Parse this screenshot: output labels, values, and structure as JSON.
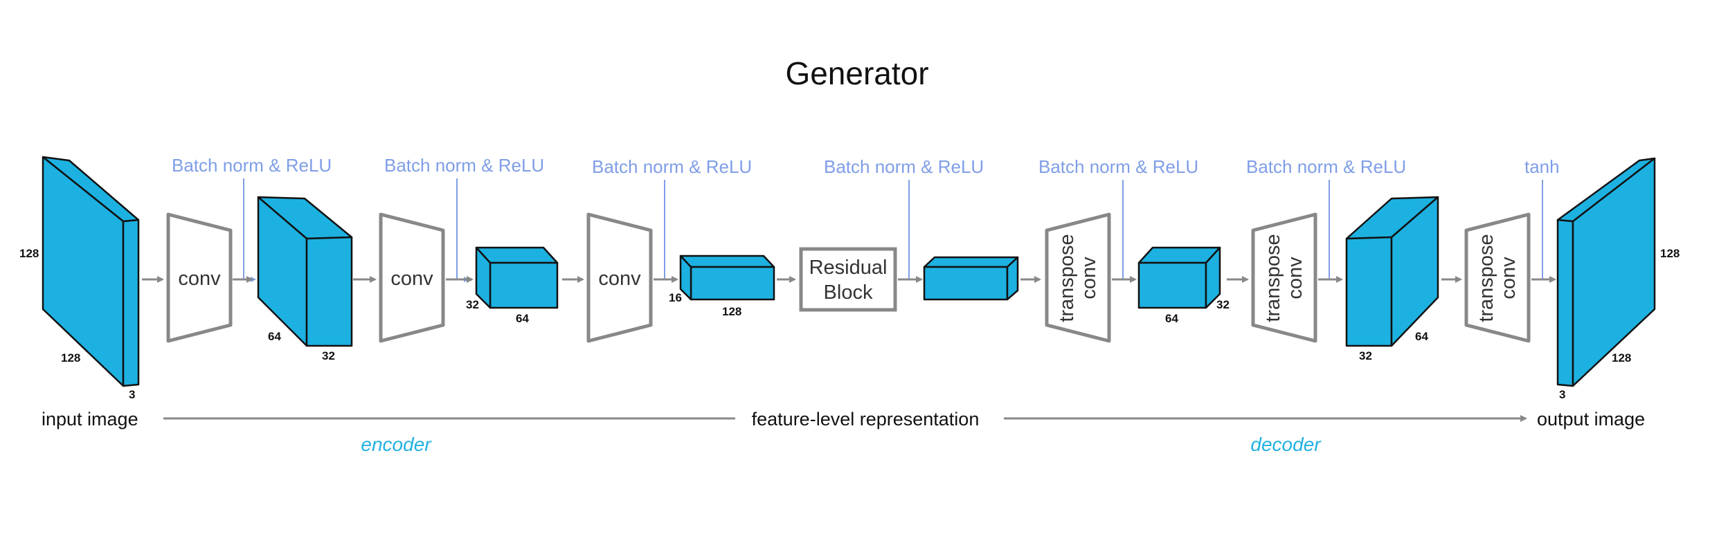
{
  "title": "Generator",
  "blocks": {
    "conv": "conv",
    "transpose_conv_line1": "transpose",
    "transpose_conv_line2": "conv",
    "residual_line1": "Residual",
    "residual_line2": "Block"
  },
  "annotations": {
    "batch_norm_relu": "Batch norm & ReLU",
    "tanh": "tanh"
  },
  "dimensions": {
    "input": [
      "128",
      "128",
      "3"
    ],
    "enc1": [
      "64",
      "32"
    ],
    "enc2": [
      "32",
      "64"
    ],
    "enc3": [
      "16",
      "128"
    ],
    "dec1": [
      "64",
      "32"
    ],
    "dec2": [
      "32",
      "64"
    ],
    "output": [
      "128",
      "128",
      "3"
    ]
  },
  "bottom": {
    "input_image": "input image",
    "feature_level": "feature-level representation",
    "output_image": "output image",
    "encoder": "encoder",
    "decoder": "decoder"
  },
  "colors": {
    "tensor_fill": "#1db1e1",
    "annotation_blue": "#7f9ee6",
    "section_blue": "#22b1e0",
    "arrow_gray": "#888888"
  }
}
